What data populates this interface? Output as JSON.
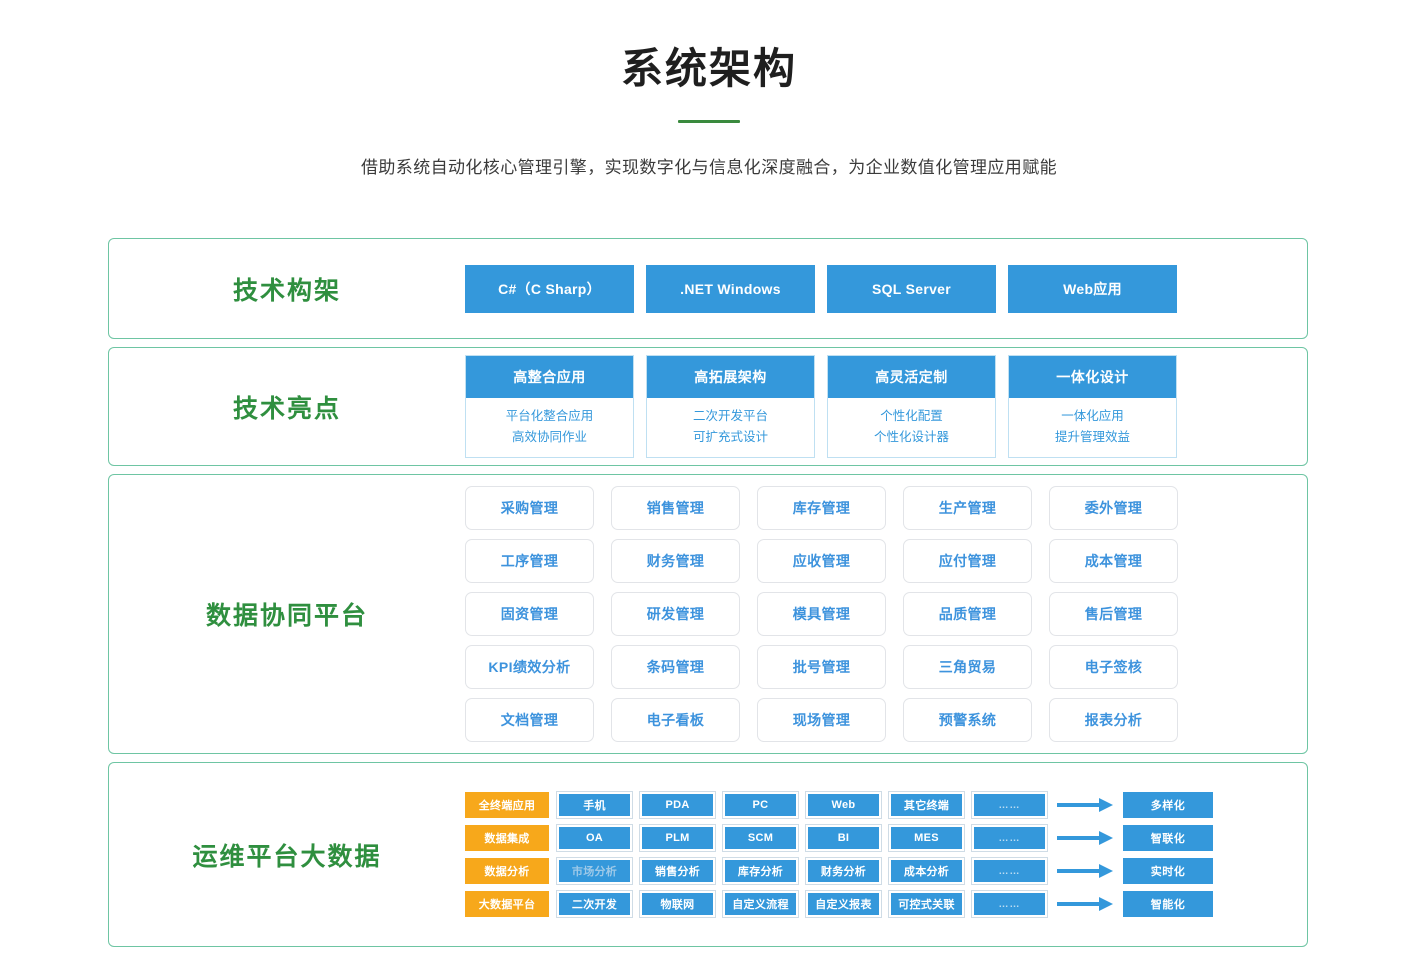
{
  "header": {
    "title": "系统架构",
    "subtitle": "借助系统自动化核心管理引擎，实现数字化与信息化深度融合，为企业数值化管理应用赋能"
  },
  "colors": {
    "accent_green": "#2f8f3f",
    "divider_green": "#3a8a3e",
    "border_green": "#6ec5a3",
    "primary_blue": "#3498db",
    "orange": "#f7a81b",
    "chip_blue_text": "#3d93dd"
  },
  "sections": {
    "tech_stack": {
      "label": "技术构架",
      "items": [
        {
          "label": "C#（C Sharp）"
        },
        {
          "label": ".NET Windows"
        },
        {
          "label": "SQL Server"
        },
        {
          "label": "Web应用"
        }
      ]
    },
    "highlights": {
      "label": "技术亮点",
      "cards": [
        {
          "title": "高整合应用",
          "line1": "平台化整合应用",
          "line2": "高效协同作业"
        },
        {
          "title": "高拓展架构",
          "line1": "二次开发平台",
          "line2": "可扩充式设计"
        },
        {
          "title": "高灵活定制",
          "line1": "个性化配置",
          "line2": "个性化设计器"
        },
        {
          "title": "一体化设计",
          "line1": "一体化应用",
          "line2": "提升管理效益"
        }
      ]
    },
    "data_platform": {
      "label": "数据协同平台",
      "rows": [
        [
          "采购管理",
          "销售管理",
          "库存管理",
          "生产管理",
          "委外管理"
        ],
        [
          "工序管理",
          "财务管理",
          "应收管理",
          "应付管理",
          "成本管理"
        ],
        [
          "固资管理",
          "研发管理",
          "模具管理",
          "品质管理",
          "售后管理"
        ],
        [
          "KPI绩效分析",
          "条码管理",
          "批号管理",
          "三角贸易",
          "电子签核"
        ],
        [
          "文档管理",
          "电子看板",
          "现场管理",
          "预警系统",
          "报表分析"
        ]
      ]
    },
    "bigdata": {
      "label": "运维平台大数据",
      "rows": [
        {
          "category": "全终端应用",
          "cells": [
            {
              "label": "手机",
              "muted": false
            },
            {
              "label": "PDA",
              "muted": false
            },
            {
              "label": "PC",
              "muted": false
            },
            {
              "label": "Web",
              "muted": false
            },
            {
              "label": "其它终端",
              "muted": false
            },
            {
              "label": "……",
              "muted": false,
              "dots": true
            }
          ],
          "result": "多样化"
        },
        {
          "category": "数据集成",
          "cells": [
            {
              "label": "OA",
              "muted": false
            },
            {
              "label": "PLM",
              "muted": false
            },
            {
              "label": "SCM",
              "muted": false
            },
            {
              "label": "BI",
              "muted": false
            },
            {
              "label": "MES",
              "muted": false
            },
            {
              "label": "……",
              "muted": false,
              "dots": true
            }
          ],
          "result": "智联化"
        },
        {
          "category": "数据分析",
          "cells": [
            {
              "label": "市场分析",
              "muted": true
            },
            {
              "label": "销售分析",
              "muted": false
            },
            {
              "label": "库存分析",
              "muted": false
            },
            {
              "label": "财务分析",
              "muted": false
            },
            {
              "label": "成本分析",
              "muted": false
            },
            {
              "label": "……",
              "muted": false,
              "dots": true
            }
          ],
          "result": "实时化"
        },
        {
          "category": "大数据平台",
          "cells": [
            {
              "label": "二次开发",
              "muted": false
            },
            {
              "label": "物联网",
              "muted": false
            },
            {
              "label": "自定义流程",
              "muted": false
            },
            {
              "label": "自定义报表",
              "muted": false
            },
            {
              "label": "可控式关联",
              "muted": false
            },
            {
              "label": "……",
              "muted": false,
              "dots": true
            }
          ],
          "result": "智能化"
        }
      ]
    }
  }
}
